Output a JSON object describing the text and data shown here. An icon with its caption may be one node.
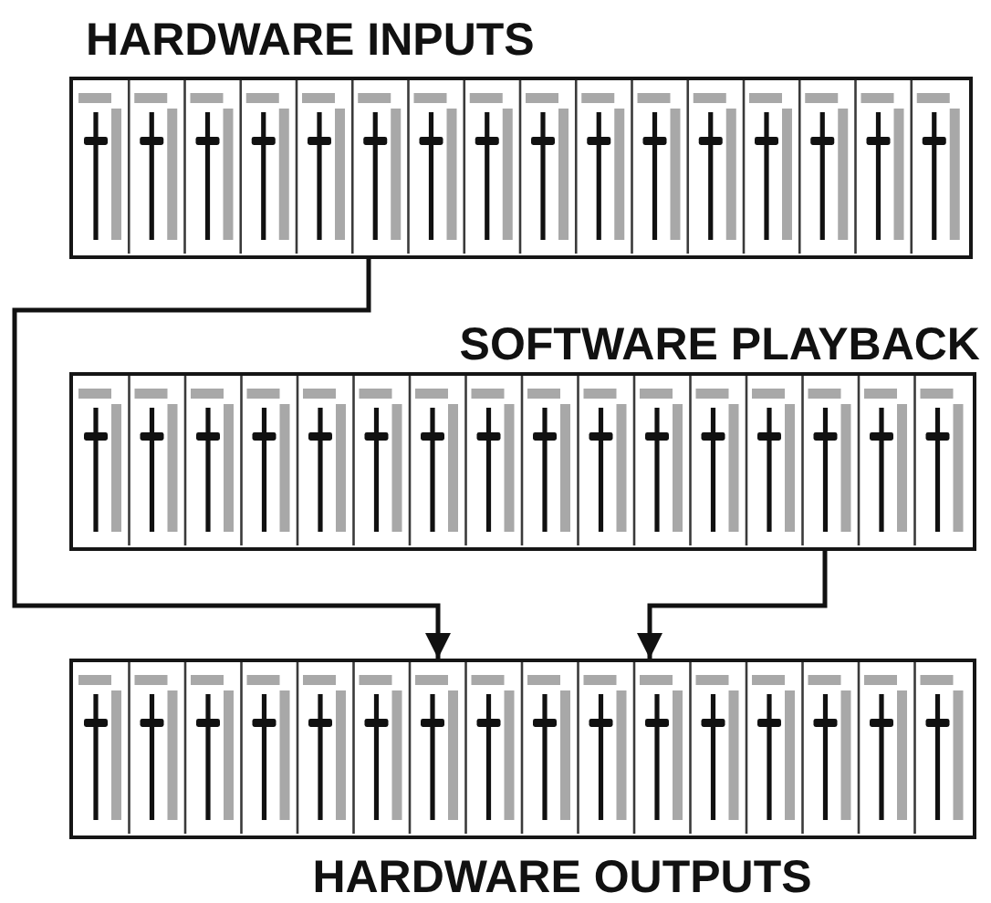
{
  "diagram": {
    "nodes": [
      {
        "text": [
          "HARDWARE INPUTS"
        ]
      },
      {
        "text": [
          "SOFTWARE PLAYBACK"
        ]
      },
      {
        "text": [
          "HARDWARE OUTPUTS"
        ]
      }
    ],
    "edges": [
      {
        "from": 0,
        "to": 2,
        "arrow": "to"
      },
      {
        "from": 1,
        "to": 2,
        "arrow": "to"
      }
    ]
  }
}
